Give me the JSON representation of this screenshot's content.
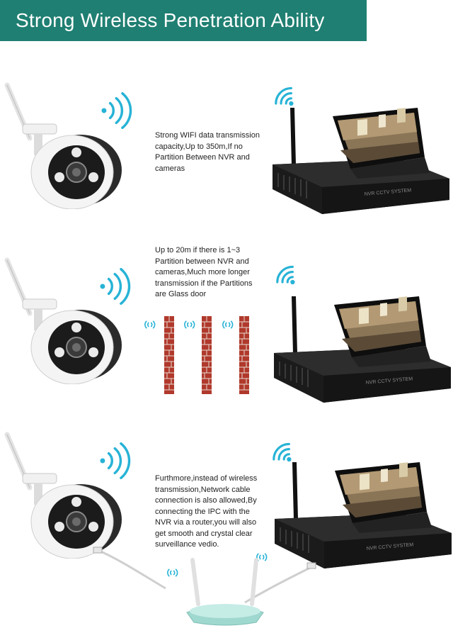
{
  "header": {
    "title": "Strong Wireless Penetration Ability"
  },
  "sections": [
    {
      "description": "Strong WIFI data transmission\ncapacity,Up to 350m,If no\nPartition Between NVR and\ncameras"
    },
    {
      "description": "Up to 20m if there is 1~3\nPartition between NVR and\ncameras,Much more longer\ntransmission if the Partitions\nare Glass door"
    },
    {
      "description": "Furthmore,instead of wireless\ntransmission,Network cable\nconnection is also allowed,By\nconnecting the IPC with the\nNVR via a router,you will also\nget smooth and crystal clear\nsurveillance vedio."
    }
  ],
  "colors": {
    "banner": "#1f7f72",
    "wifi": "#27b3d6",
    "brick": "#b0392c",
    "router": "#9fd8cf"
  },
  "icons": [
    "camera-icon",
    "wifi-signal-icon",
    "nvr-monitor-icon",
    "brick-wall-icon",
    "router-icon",
    "ethernet-cable-icon"
  ]
}
